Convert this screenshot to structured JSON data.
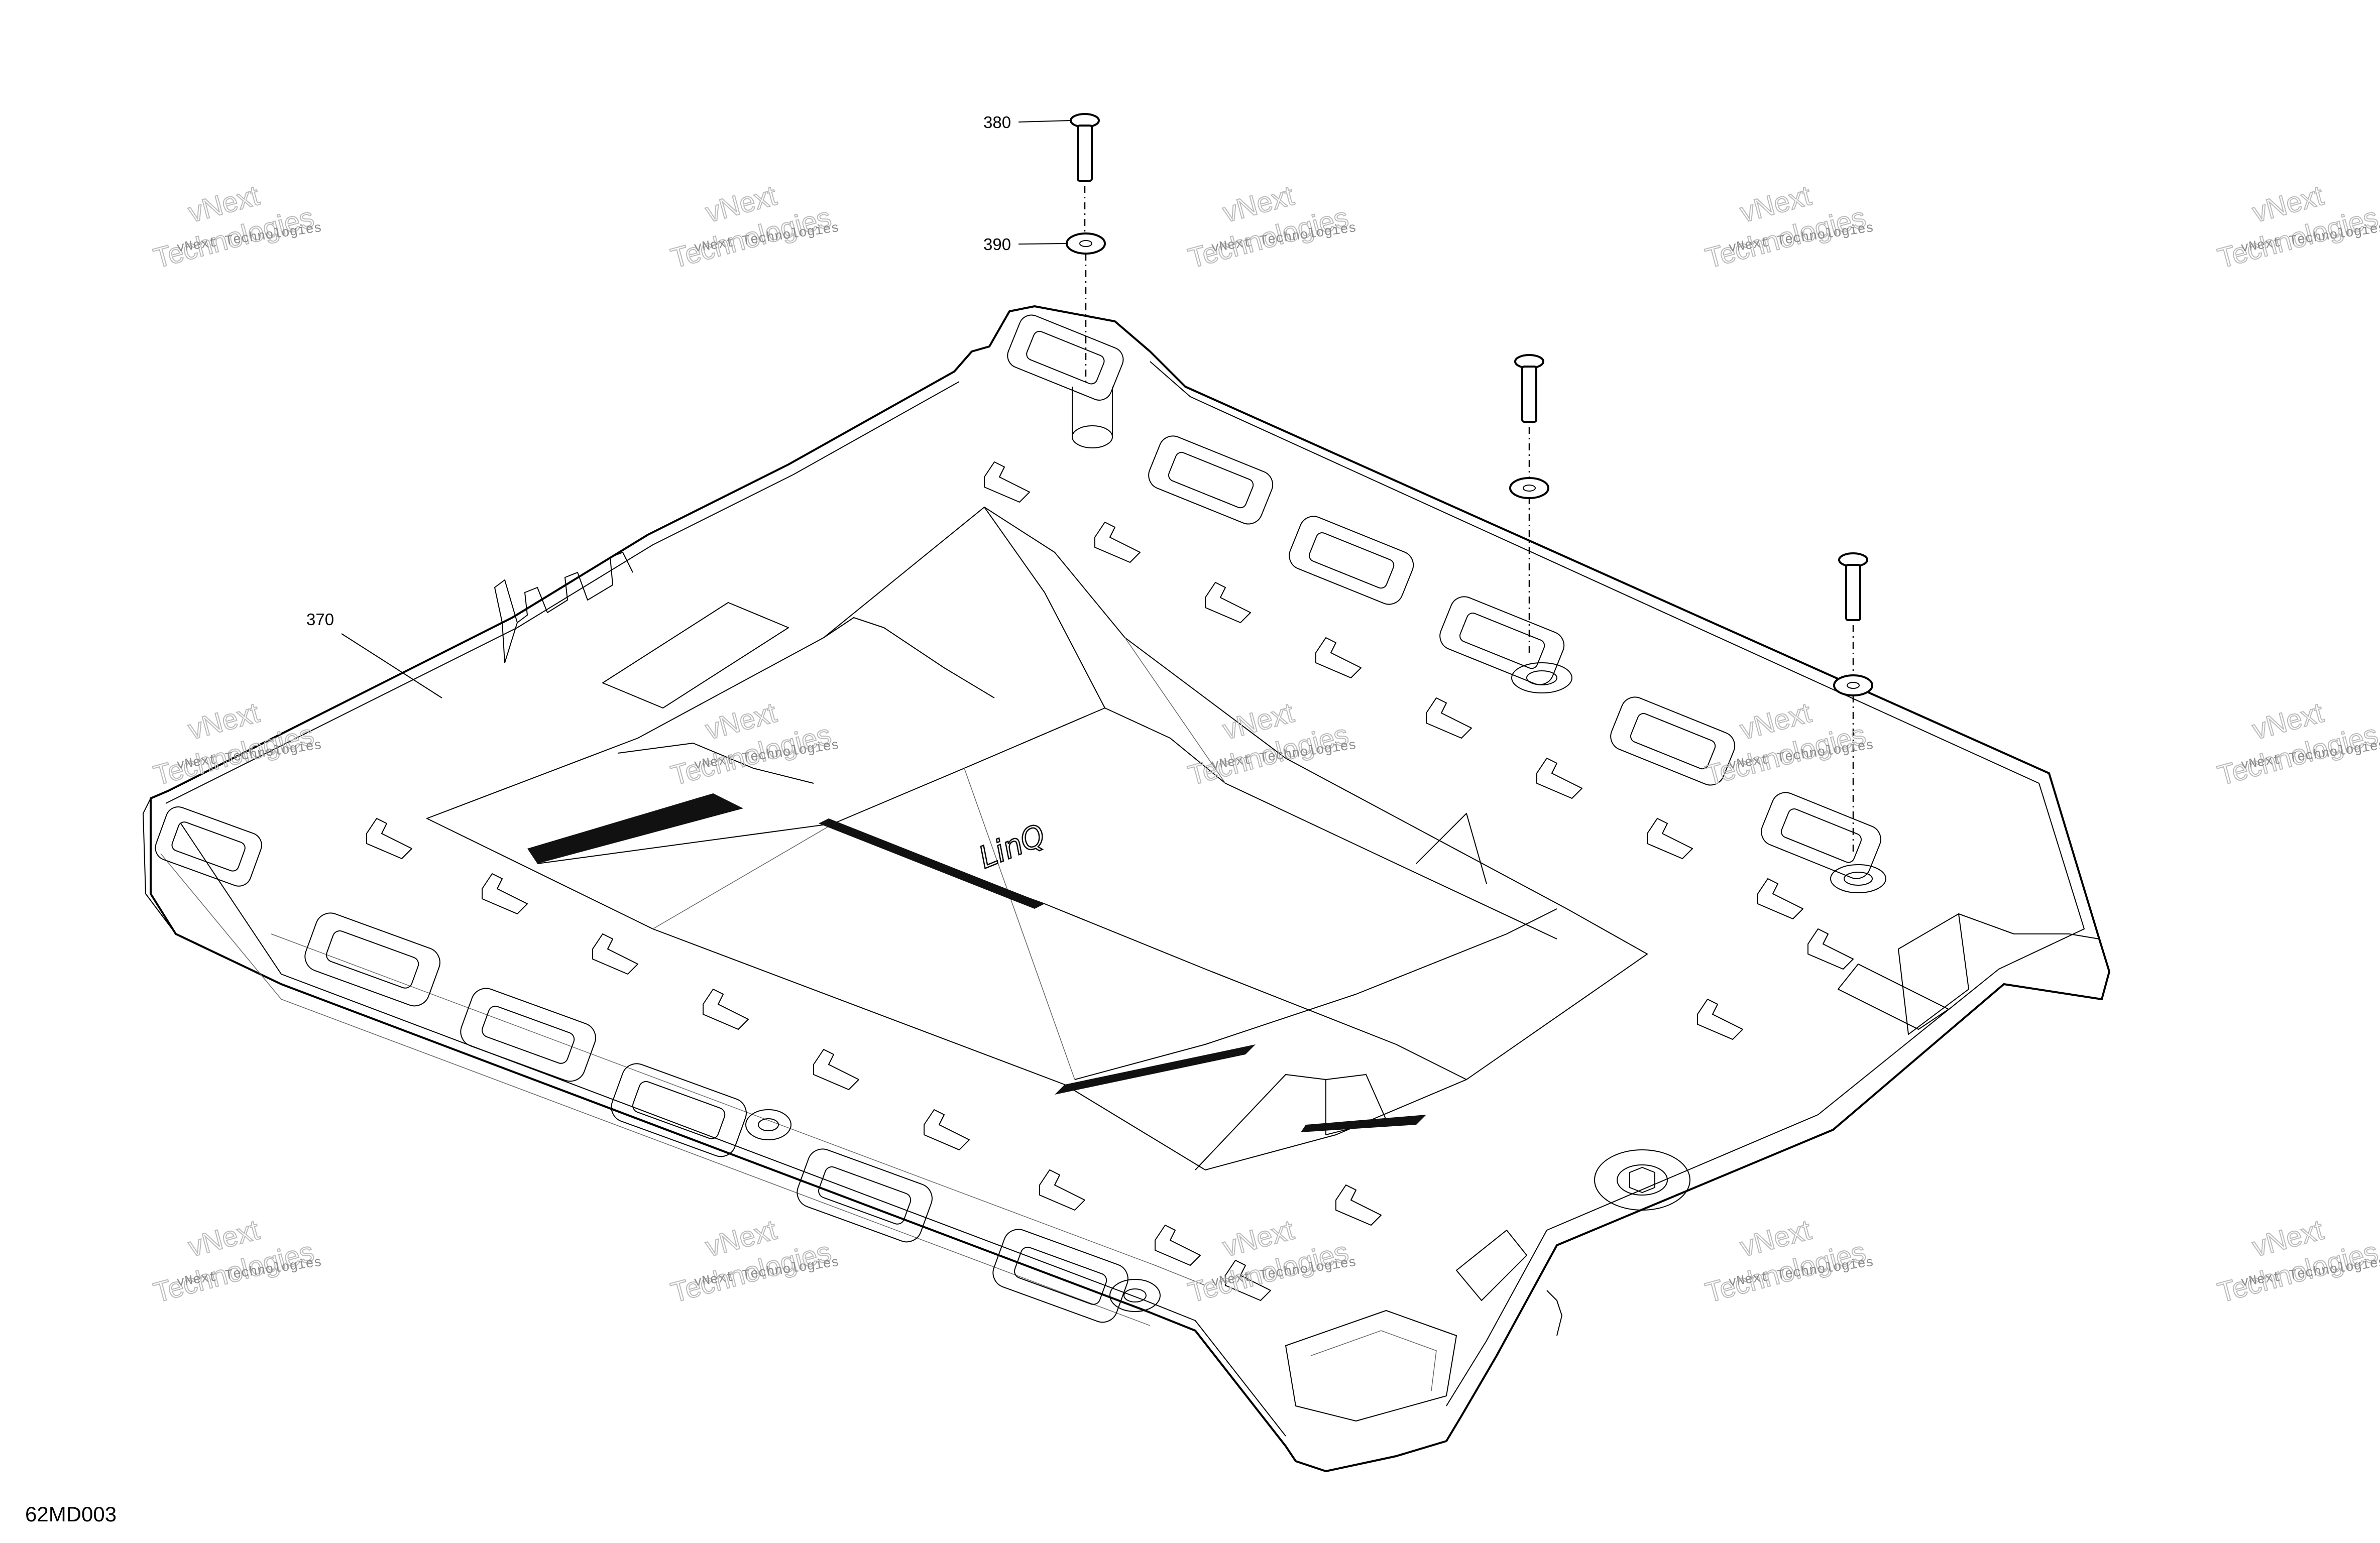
{
  "diagram_id": "62MD003",
  "callouts": [
    {
      "id": "380",
      "label": "380"
    },
    {
      "id": "390",
      "label": "390"
    },
    {
      "id": "370",
      "label": "370"
    }
  ],
  "watermark": {
    "line1": "vNext Technologies",
    "line2": "vNext",
    "line3": "Technologies"
  },
  "emboss_logo": "LinQ"
}
